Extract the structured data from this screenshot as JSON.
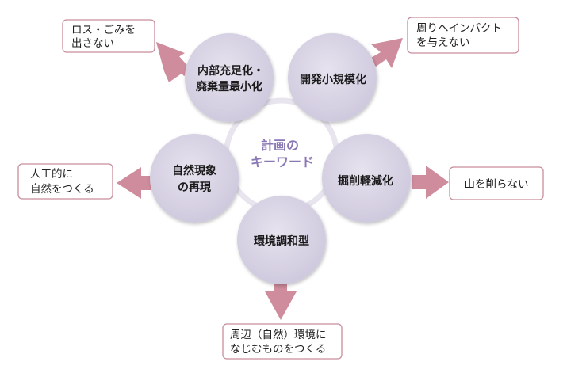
{
  "center": {
    "line1": "計画の",
    "line2": "キーワード"
  },
  "keywords": [
    {
      "id": "internal",
      "line1": "内部充足化・",
      "line2": "廃棄量最小化"
    },
    {
      "id": "small",
      "line1": "開発小規模化",
      "line2": ""
    },
    {
      "id": "nature",
      "line1": "自然現象",
      "line2": "の再現"
    },
    {
      "id": "excavation",
      "line1": "掘削軽減化",
      "line2": ""
    },
    {
      "id": "harmony",
      "line1": "環境調和型",
      "line2": ""
    }
  ],
  "outcomes": [
    {
      "id": "no-waste",
      "line1": "ロス・ごみを",
      "line2": "出さない"
    },
    {
      "id": "no-impact",
      "line1": "周りへインパクト",
      "line2": "を与えない"
    },
    {
      "id": "make-nature",
      "line1": "人工的に",
      "line2": "自然をつくる"
    },
    {
      "id": "no-cut",
      "line1": "山を削らない",
      "line2": ""
    },
    {
      "id": "blend",
      "line1": "周辺（自然）環境に",
      "line2": "なじむものをつくる"
    }
  ],
  "colors": {
    "circle_fill": "#d8d3e3",
    "ring": "#e8e5ef",
    "arrow": "#cf8c9c",
    "box_border": "#c98d9b",
    "center_text": "#8a78b4"
  }
}
